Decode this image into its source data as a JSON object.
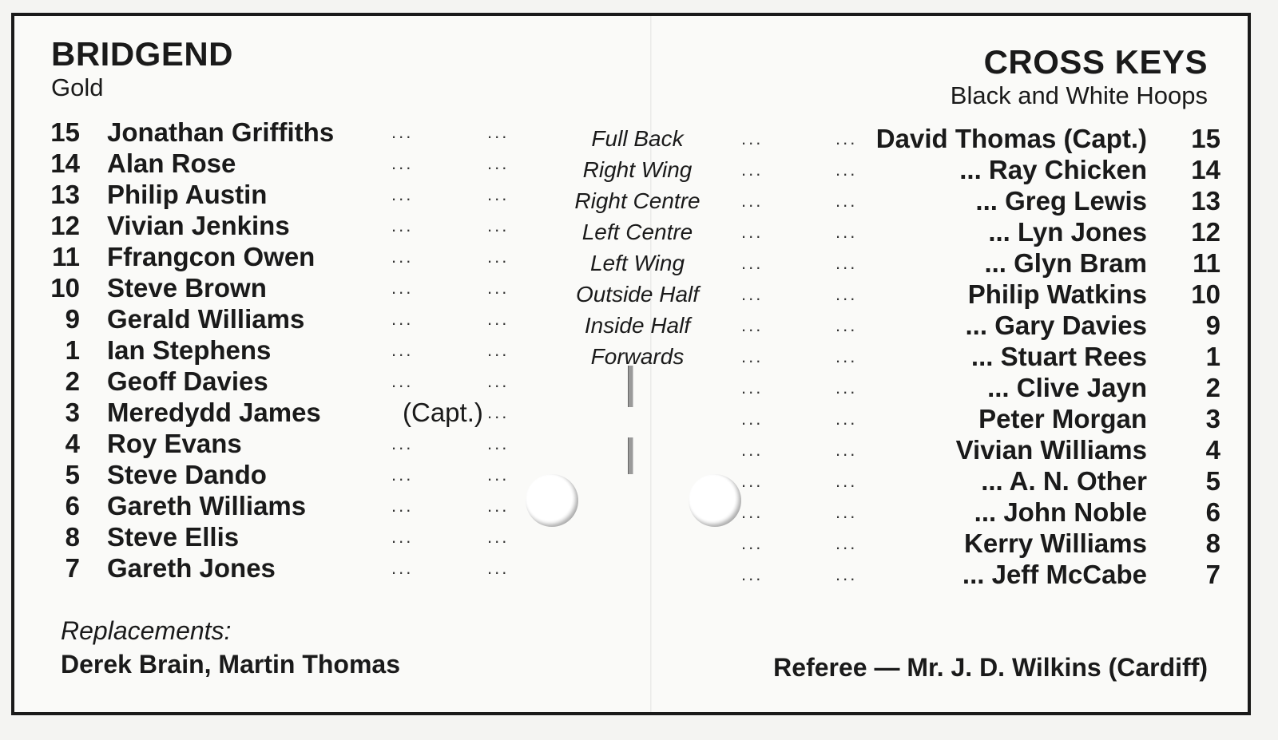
{
  "home": {
    "name": "BRIDGEND",
    "colours": "Gold"
  },
  "away": {
    "name": "CROSS KEYS",
    "colours": "Black and White Hoops"
  },
  "dots": "...",
  "rows": [
    {
      "home_num": "15",
      "home_name": "Jonathan Griffiths",
      "position": "Full Back",
      "away_name": "David Thomas (Capt.)",
      "away_num": "15"
    },
    {
      "home_num": "14",
      "home_name": "Alan Rose",
      "position": "Right Wing",
      "away_name": "... Ray Chicken",
      "away_num": "14"
    },
    {
      "home_num": "13",
      "home_name": "Philip Austin",
      "position": "Right Centre",
      "away_name": "... Greg Lewis",
      "away_num": "13"
    },
    {
      "home_num": "12",
      "home_name": "Vivian Jenkins",
      "position": "Left Centre",
      "away_name": "... Lyn Jones",
      "away_num": "12"
    },
    {
      "home_num": "11",
      "home_name": "Ffrangcon Owen",
      "position": "Left Wing",
      "away_name": "... Glyn Bram",
      "away_num": "11"
    },
    {
      "home_num": "10",
      "home_name": "Steve Brown",
      "position": "Outside Half",
      "away_name": "Philip Watkins",
      "away_num": "10"
    },
    {
      "home_num": "9",
      "home_name": "Gerald Williams",
      "position": "Inside Half",
      "away_name": "... Gary Davies",
      "away_num": "9"
    },
    {
      "home_num": "1",
      "home_name": "Ian Stephens",
      "position": "Forwards",
      "away_name": "... Stuart Rees",
      "away_num": "1"
    },
    {
      "home_num": "2",
      "home_name": "Geoff Davies",
      "position": "",
      "away_name": "... Clive Jayn",
      "away_num": "2"
    },
    {
      "home_num": "3",
      "home_name": "Meredydd   James",
      "home_note": "(Capt.)",
      "position": "",
      "away_name": "Peter Morgan",
      "away_num": "3"
    },
    {
      "home_num": "4",
      "home_name": "Roy Evans",
      "position": "",
      "away_name": "Vivian Williams",
      "away_num": "4"
    },
    {
      "home_num": "5",
      "home_name": "Steve Dando",
      "position": "",
      "away_name": "... A. N. Other",
      "away_num": "5"
    },
    {
      "home_num": "6",
      "home_name": "Gareth Williams",
      "position": "",
      "away_name": "... John Noble",
      "away_num": "6"
    },
    {
      "home_num": "8",
      "home_name": "Steve Ellis",
      "position": "",
      "away_name": "Kerry Williams",
      "away_num": "8"
    },
    {
      "home_num": "7",
      "home_name": "Gareth Jones",
      "position": "",
      "away_name": "... Jeff McCabe",
      "away_num": "7"
    }
  ],
  "replacements": {
    "label": "Replacements:",
    "names": "Derek Brain, Martin Thomas"
  },
  "referee": "Referee — Mr. J. D. Wilkins (Cardiff)"
}
